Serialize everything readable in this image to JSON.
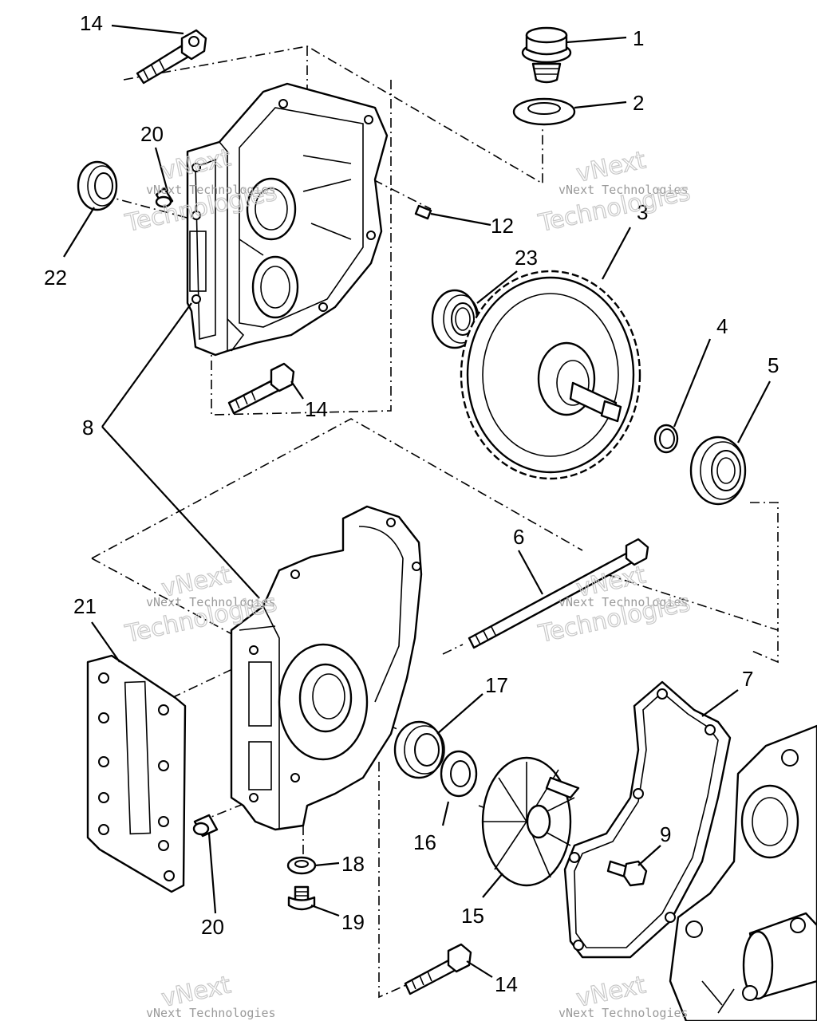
{
  "callouts": {
    "c1": "1",
    "c2": "2",
    "c3": "3",
    "c4": "4",
    "c5": "5",
    "c6": "6",
    "c7": "7",
    "c8": "8",
    "c9": "9",
    "c12": "12",
    "c14a": "14",
    "c14b": "14",
    "c14c": "14",
    "c15": "15",
    "c16": "16",
    "c17": "17",
    "c18": "18",
    "c19": "19",
    "c20a": "20",
    "c20b": "20",
    "c21": "21",
    "c22": "22",
    "c23": "23"
  },
  "watermark": {
    "line1": "vNext Technologies",
    "line2": "vNext",
    "line3": "Technologies"
  }
}
